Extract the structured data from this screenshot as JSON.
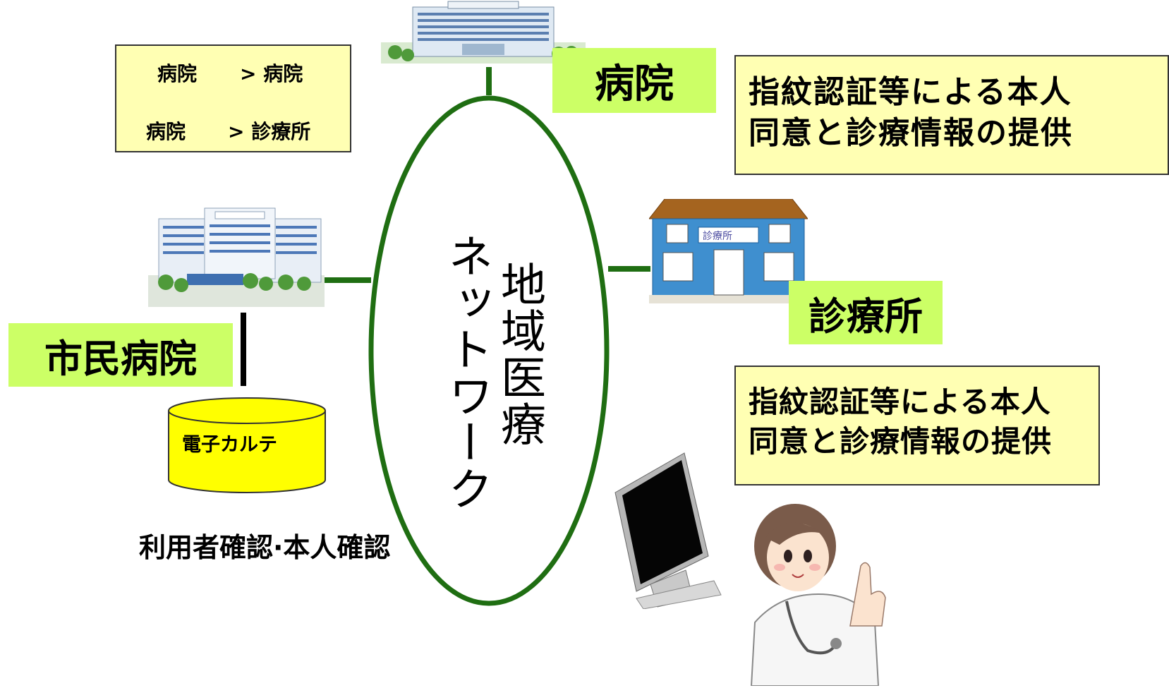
{
  "route_box": {
    "row1": {
      "from": "病院",
      "to": "> 病院"
    },
    "row2": {
      "from": "病院",
      "to": "> 診療所"
    }
  },
  "labels": {
    "hospital": "病院",
    "city_hospital": "市民病院",
    "clinic": "診療所",
    "clinic_sign": "診療所"
  },
  "network": {
    "line1": "地域医療",
    "line2": "ネットワーク"
  },
  "consent_top": {
    "line1": "指紋認証等による本人",
    "line2": "同意と診療情報の提供"
  },
  "consent_bottom": {
    "line1": "指紋認証等による本人",
    "line2": "同意と診療情報の提供"
  },
  "database": {
    "label": "電子カルテ"
  },
  "verification": "利用者確認·本人確認",
  "colors": {
    "network_green": "#1f6e12",
    "label_green": "#ccff66",
    "note_yellow": "#ffffb3",
    "db_yellow": "#ffff00"
  }
}
